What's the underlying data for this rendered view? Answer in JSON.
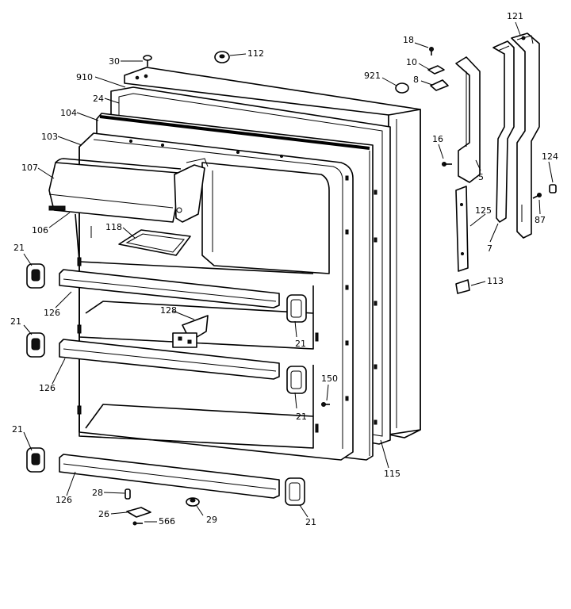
{
  "diagram": {
    "labels": [
      {
        "id": "l30",
        "text": "30"
      },
      {
        "id": "l112",
        "text": "112"
      },
      {
        "id": "l910",
        "text": "910"
      },
      {
        "id": "l24",
        "text": "24"
      },
      {
        "id": "l104",
        "text": "104"
      },
      {
        "id": "l103",
        "text": "103"
      },
      {
        "id": "l107",
        "text": "107"
      },
      {
        "id": "l106",
        "text": "106"
      },
      {
        "id": "l118",
        "text": "118"
      },
      {
        "id": "l21a",
        "text": "21"
      },
      {
        "id": "l126a",
        "text": "126"
      },
      {
        "id": "l21b",
        "text": "21"
      },
      {
        "id": "l128",
        "text": "128"
      },
      {
        "id": "l21c",
        "text": "21"
      },
      {
        "id": "l126b",
        "text": "126"
      },
      {
        "id": "l21d",
        "text": "21"
      },
      {
        "id": "l150",
        "text": "150"
      },
      {
        "id": "l21e",
        "text": "21"
      },
      {
        "id": "l126c",
        "text": "126"
      },
      {
        "id": "l28",
        "text": "28"
      },
      {
        "id": "l26",
        "text": "26"
      },
      {
        "id": "l566",
        "text": "566"
      },
      {
        "id": "l29",
        "text": "29"
      },
      {
        "id": "l21f",
        "text": "21"
      },
      {
        "id": "l115",
        "text": "115"
      },
      {
        "id": "l18",
        "text": "18"
      },
      {
        "id": "l10",
        "text": "10"
      },
      {
        "id": "l8",
        "text": "8"
      },
      {
        "id": "l921",
        "text": "921"
      },
      {
        "id": "l16",
        "text": "16"
      },
      {
        "id": "l5",
        "text": "5"
      },
      {
        "id": "l121",
        "text": "121"
      },
      {
        "id": "l124",
        "text": "124"
      },
      {
        "id": "l87",
        "text": "87"
      },
      {
        "id": "l125",
        "text": "125"
      },
      {
        "id": "l7",
        "text": "7"
      },
      {
        "id": "l113",
        "text": "113"
      }
    ]
  }
}
